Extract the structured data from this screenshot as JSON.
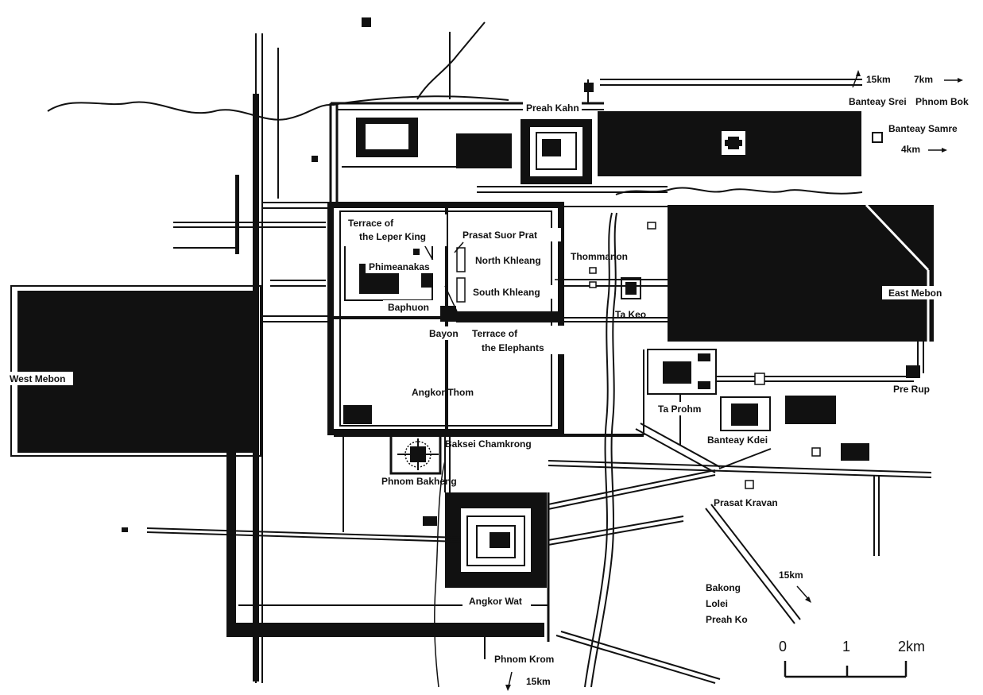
{
  "colors": {
    "ink": "#111111",
    "paper": "#ffffff"
  },
  "labels": {
    "preah_kahn": "Preah Kahn",
    "terrace_leper_king_1": "Terrace of",
    "terrace_leper_king_2": "the Leper King",
    "prasat_suor_prat": "Prasat Suor Prat",
    "north_khleang": "North Khleang",
    "thommanon": "Thommanon",
    "phimeanakas": "Phimeanakas",
    "south_khleang": "South Khleang",
    "east_mebon": "East Mebon",
    "baphuon": "Baphuon",
    "ta_keo": "Ta Keo",
    "bayon": "Bayon",
    "terrace_elephants_1": "Terrace of",
    "terrace_elephants_2": "the Elephants",
    "west_mebon": "West Mebon",
    "angkor_thom": "Angkor Thom",
    "pre_rup": "Pre Rup",
    "ta_prohm": "Ta Prohm",
    "banteay_kdei": "Banteay Kdei",
    "baksei_chamkrong": "Baksei Chamkrong",
    "phnom_bakheng": "Phnom Bakheng",
    "prasat_kravan": "Prasat Kravan",
    "bakong": "Bakong",
    "lolei": "Lolei",
    "preah_ko": "Preah Ko",
    "angkor_wat": "Angkor Wat",
    "phnom_krom": "Phnom Krom",
    "banteay_srei": "Banteay Srei",
    "phnom_bok": "Phnom Bok",
    "banteay_samre": "Banteay Samre"
  },
  "distances": {
    "banteay_srei_dist": "15km",
    "phnom_bok_dist": "7km",
    "banteay_samre_dist": "4km",
    "roluos_dist": "15km",
    "phnom_krom_dist": "15km"
  },
  "scale_bar": {
    "tick_0": "0",
    "tick_1": "1",
    "tick_2": "2km"
  }
}
